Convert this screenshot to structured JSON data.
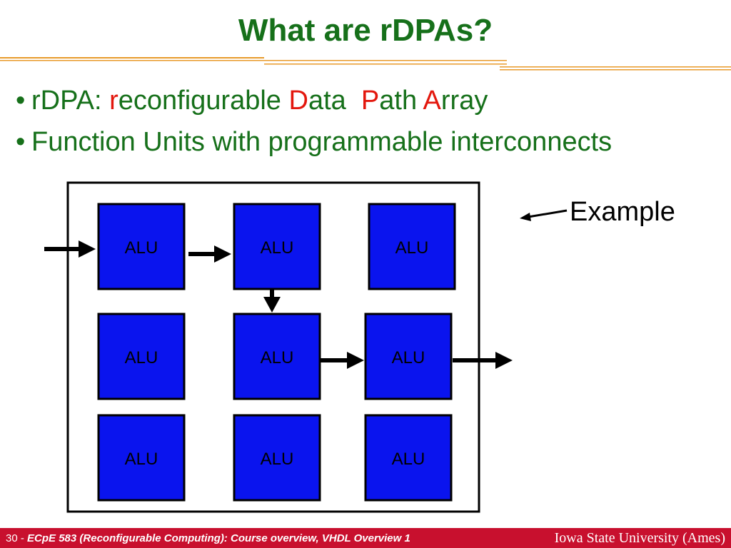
{
  "slide": {
    "title": "What are rDPAs?"
  },
  "bullets": {
    "b1": {
      "prefix": "rDPA: ",
      "r": "r",
      "econfigurable": "econfigurable ",
      "D": "D",
      "ata": "ata  ",
      "P": "P",
      "ath": "ath ",
      "A": "A",
      "rray": "rray"
    },
    "b2": "Function Units with programmable interconnects"
  },
  "diagram": {
    "alu_label": "ALU",
    "example_label": "Example",
    "colors": {
      "alu_fill": "#0a14ee",
      "border": "#000000"
    }
  },
  "footer": {
    "page": "30",
    "separator": " - ",
    "course": "ECpE 583 (Reconfigurable Computing): Course overview, VHDL Overview 1",
    "university": "Iowa State University (Ames)"
  },
  "colors": {
    "title": "#16701a",
    "accent_red": "#e3170d",
    "footer_bg": "#c8102e",
    "rule": "#e89a2a"
  }
}
